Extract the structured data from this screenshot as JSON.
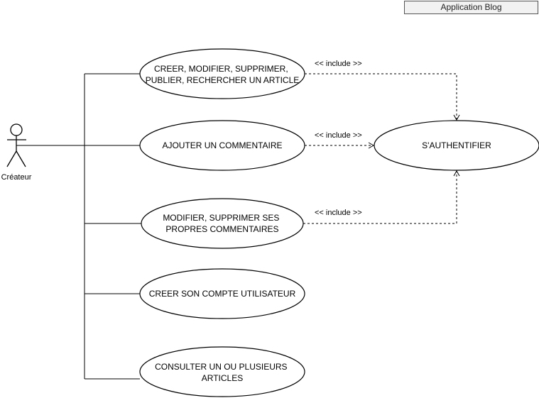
{
  "system": {
    "title": "Application Blog"
  },
  "actor": {
    "name": "Créateur"
  },
  "use_cases": [
    {
      "id": "uc1",
      "lines": [
        "CREER, MODIFIER, SUPPRIMER,",
        "PUBLIER, RECHERCHER UN ARTICLE"
      ]
    },
    {
      "id": "uc2",
      "lines": [
        "AJOUTER UN COMMENTAIRE"
      ]
    },
    {
      "id": "uc3",
      "lines": [
        "MODIFIER, SUPPRIMER SES",
        "PROPRES COMMENTAIRES"
      ]
    },
    {
      "id": "uc4",
      "lines": [
        "CREER SON COMPTE UTILISATEUR"
      ]
    },
    {
      "id": "uc5",
      "lines": [
        "CONSULTER UN OU PLUSIEURS",
        "ARTICLES"
      ]
    }
  ],
  "auth": {
    "lines": [
      "S'AUTHENTIFIER"
    ]
  },
  "include_label": "<< include >>"
}
